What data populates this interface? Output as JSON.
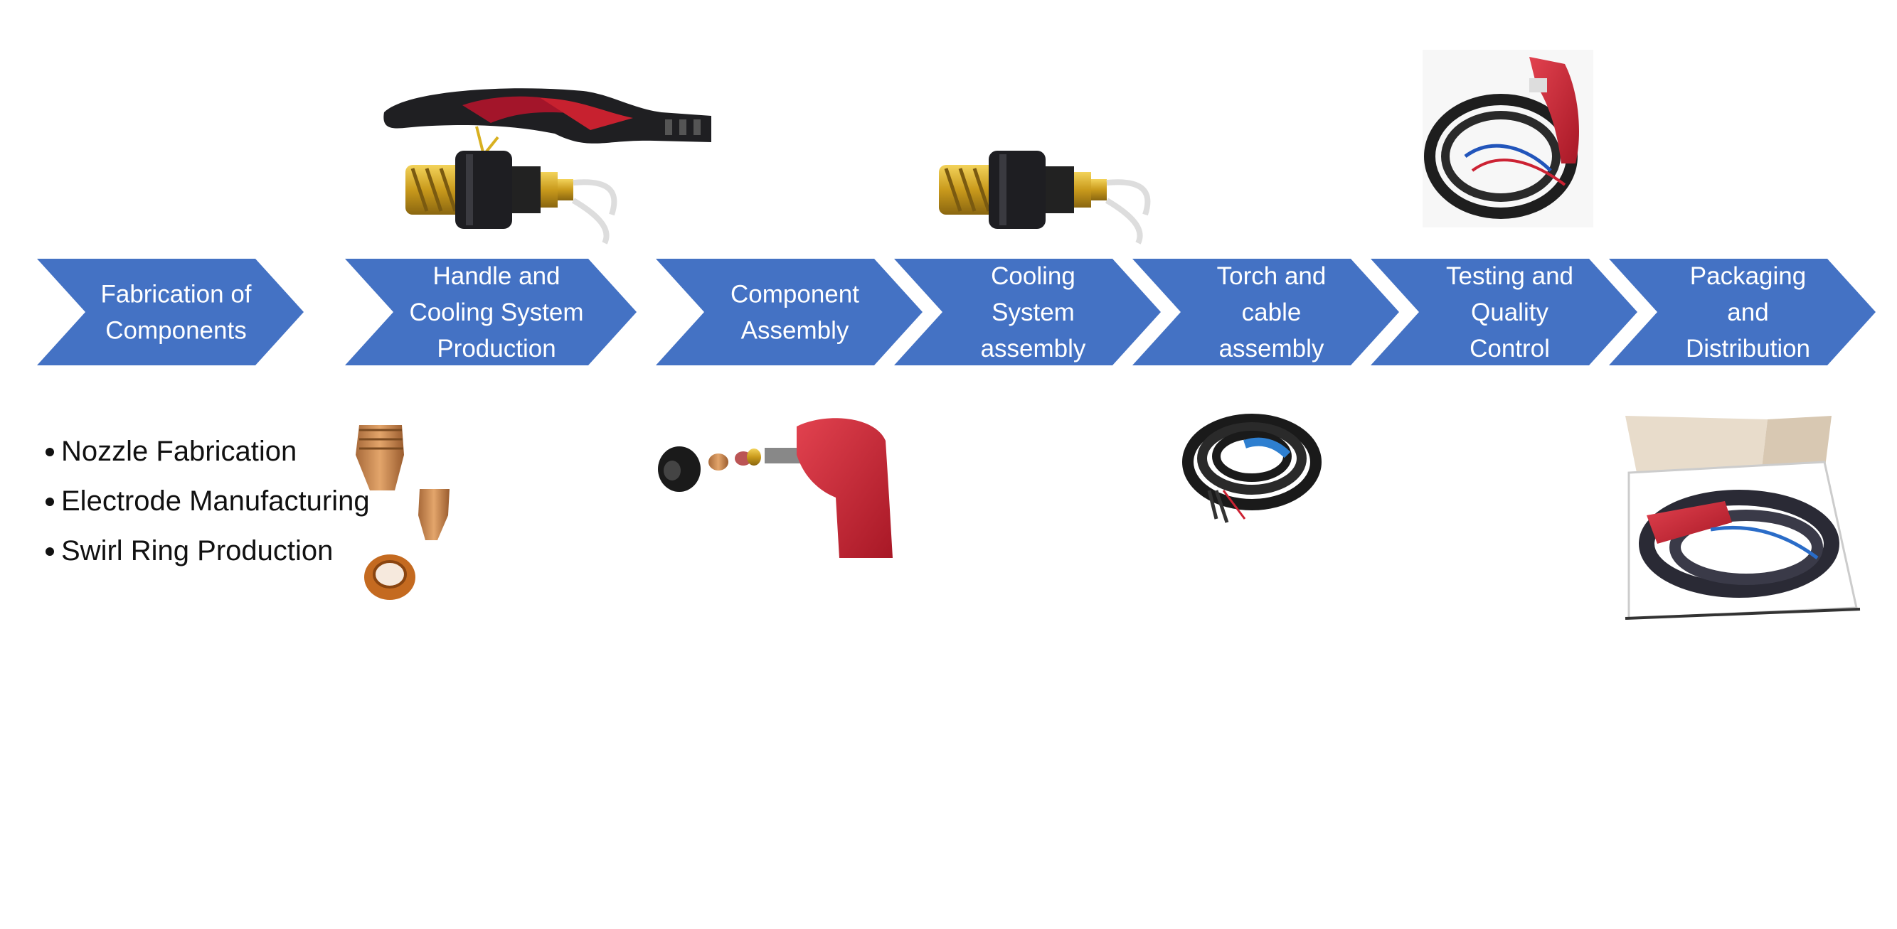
{
  "colors": {
    "chevron": "#4472C4",
    "chevron_text": "#FFFFFF",
    "body_text": "#111111"
  },
  "steps": [
    {
      "lines": [
        "Fabrication of",
        "Components"
      ]
    },
    {
      "lines": [
        "Handle and",
        "Cooling System",
        "Production"
      ]
    },
    {
      "lines": [
        "Component",
        "Assembly"
      ]
    },
    {
      "lines": [
        "Cooling",
        "System",
        "assembly"
      ]
    },
    {
      "lines": [
        "Torch and",
        "cable",
        "assembly"
      ]
    },
    {
      "lines": [
        "Testing and",
        "Quality",
        "Control"
      ]
    },
    {
      "lines": [
        "Packaging",
        "and",
        "Distribution"
      ]
    }
  ],
  "bullets": [
    "Nozzle Fabrication",
    "Electrode Manufacturing",
    "Swirl Ring Production"
  ],
  "images": {
    "torch_handle": "torch-handle-icon",
    "cooling_connector": "cooling-connector-icon",
    "nozzles": "nozzle-parts-icon",
    "gun_assembly": "torch-gun-assembly-icon",
    "cable_coil": "cable-coil-icon",
    "torch_with_cable": "torch-with-cable-icon",
    "packaged_box": "packaged-box-icon"
  }
}
